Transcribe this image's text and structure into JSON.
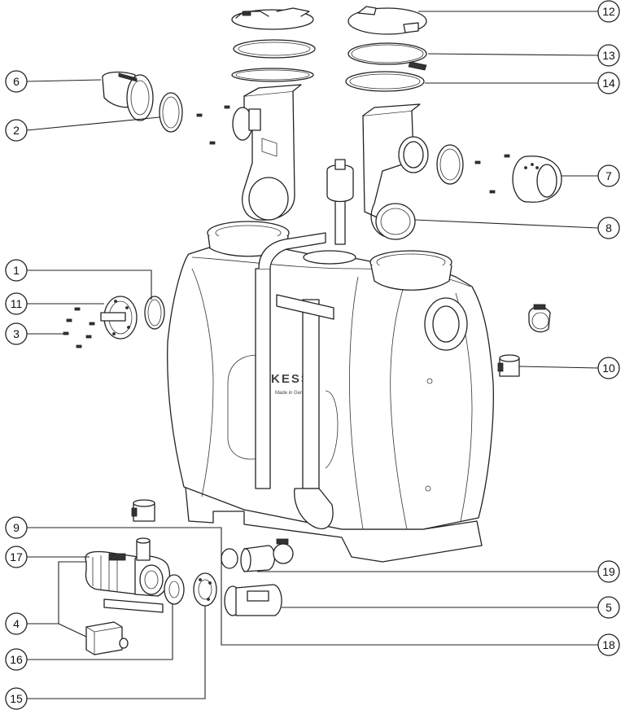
{
  "callouts": [
    {
      "id": "c1",
      "label": "1"
    },
    {
      "id": "c2",
      "label": "2"
    },
    {
      "id": "c3",
      "label": "3"
    },
    {
      "id": "c4",
      "label": "4"
    },
    {
      "id": "c5",
      "label": "5"
    },
    {
      "id": "c6",
      "label": "6"
    },
    {
      "id": "c7",
      "label": "7"
    },
    {
      "id": "c8",
      "label": "8"
    },
    {
      "id": "c9",
      "label": "9"
    },
    {
      "id": "c10",
      "label": "10"
    },
    {
      "id": "c11",
      "label": "11"
    },
    {
      "id": "c12",
      "label": "12"
    },
    {
      "id": "c13",
      "label": "13"
    },
    {
      "id": "c14",
      "label": "14"
    },
    {
      "id": "c15",
      "label": "15"
    },
    {
      "id": "c16",
      "label": "16"
    },
    {
      "id": "c17",
      "label": "17"
    },
    {
      "id": "c18",
      "label": "18"
    },
    {
      "id": "c19",
      "label": "19"
    }
  ],
  "tank_branding": {
    "logo": "KESS",
    "subtitle": "Made in Germany"
  }
}
